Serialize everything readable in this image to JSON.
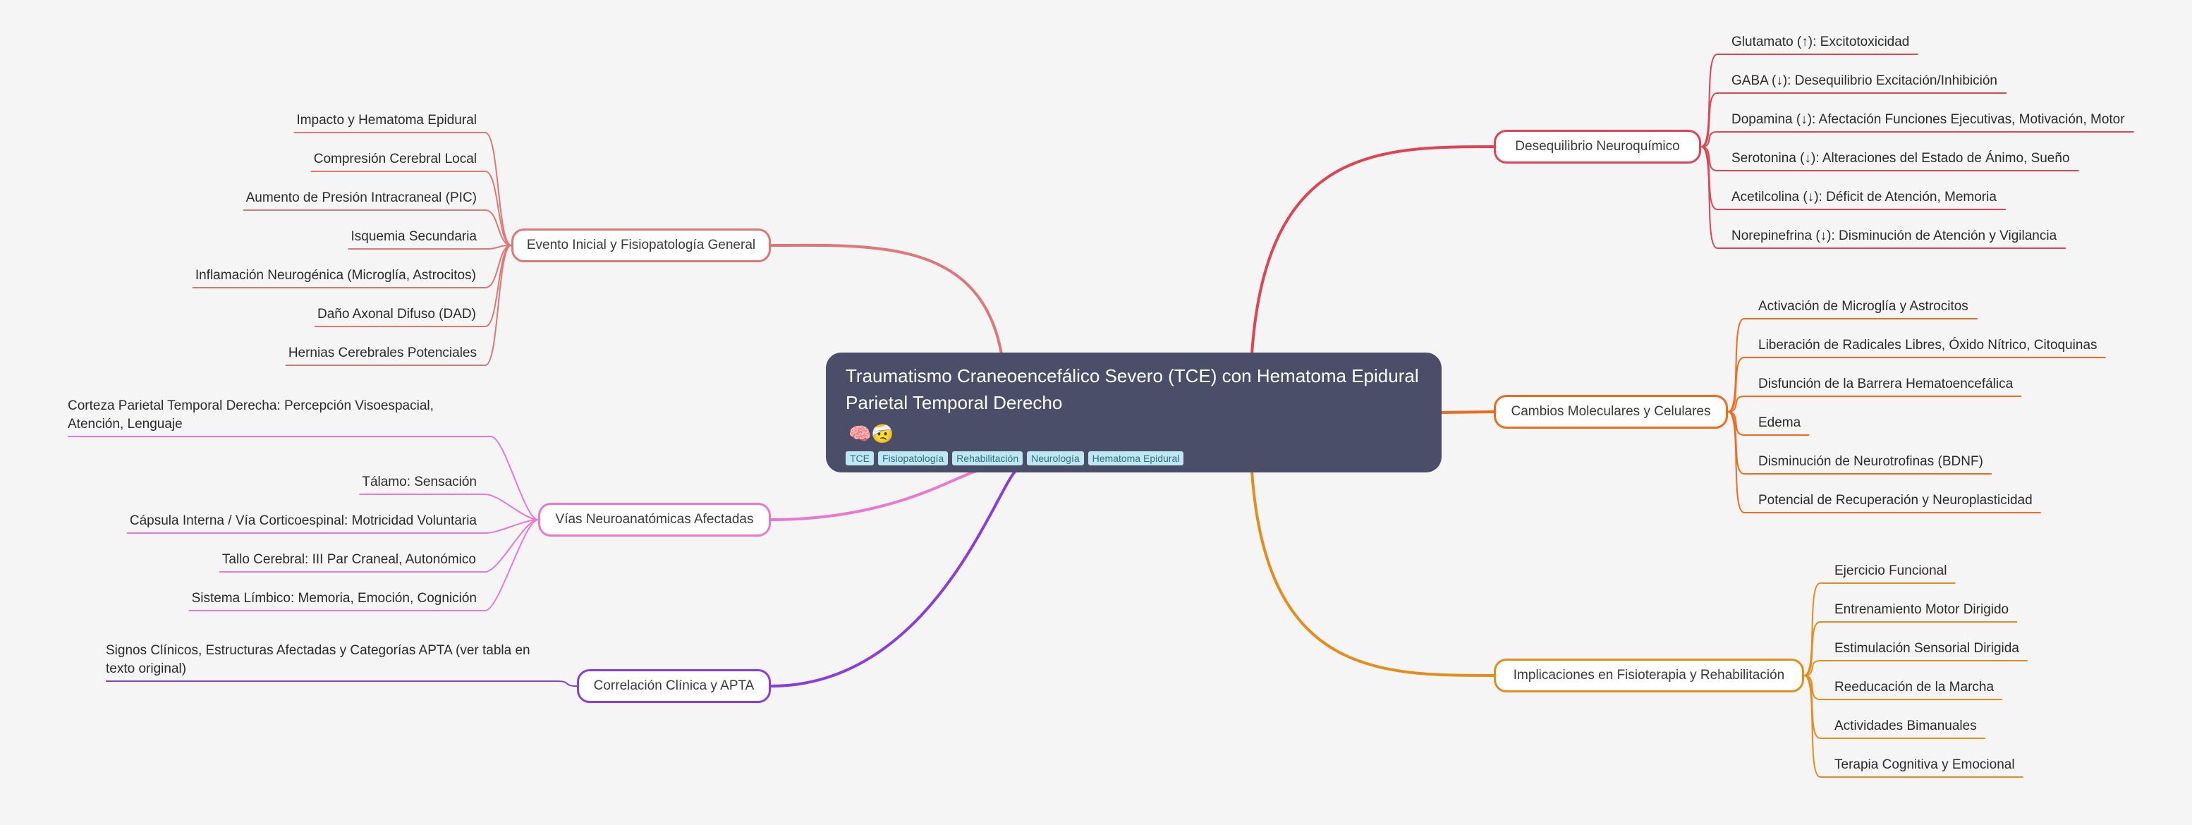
{
  "root": {
    "title": "Traumatismo Craneoencefálico Severo (TCE) con Hematoma Epidural Parietal Temporal Derecho",
    "emoji": "🧠🤕",
    "tags": [
      "TCE",
      "Fisiopatología",
      "Rehabilitación",
      "Neurología",
      "Hematoma Epidural"
    ]
  },
  "branches": [
    {
      "label": "Evento Inicial y Fisiopatología General",
      "color": "#e07777",
      "side": "left",
      "children": [
        "Impacto y Hematoma Epidural",
        "Compresión Cerebral Local",
        "Aumento de Presión Intracraneal (PIC)",
        "Isquemia Secundaria",
        "Inflamación Neurogénica (Microglía, Astrocitos)",
        "Daño Axonal Difuso (DAD)",
        "Hernias Cerebrales Potenciales"
      ]
    },
    {
      "label": "Vías Neuroanatómicas Afectadas",
      "color": "#e879d0",
      "side": "left",
      "children": [
        "Corteza Parietal Temporal Derecha: Percepción Visoespacial, Atención, Lenguaje",
        "Tálamo: Sensación",
        "Cápsula Interna / Vía Corticoespinal: Motricidad Voluntaria",
        "Tallo Cerebral: III Par Craneal, Autonómico",
        "Sistema Límbico: Memoria, Emoción, Cognición"
      ]
    },
    {
      "label": "Correlación Clínica y APTA",
      "color": "#8a3ddc",
      "side": "left",
      "children": [
        "Signos Clínicos, Estructuras Afectadas y Categorías APTA (ver tabla en texto original)"
      ]
    },
    {
      "label": "Desequilibrio Neuroquímico",
      "color": "#de4452",
      "side": "right",
      "children": [
        "Glutamato (↑): Excitotoxicidad",
        "GABA (↓): Desequilibrio Excitación/Inhibición",
        "Dopamina (↓): Afectación Funciones Ejecutivas, Motivación, Motor",
        "Serotonina (↓): Alteraciones del Estado de Ánimo, Sueño",
        "Acetilcolina (↓): Déficit de Atención, Memoria",
        "Norepinefrina (↓): Disminución de Atención y Vigilancia"
      ]
    },
    {
      "label": "Cambios Moleculares y Celulares",
      "color": "#f26a1b",
      "side": "right",
      "children": [
        "Activación de Microglía y Astrocitos",
        "Liberación de Radicales Libres, Óxido Nítrico, Citoquinas",
        "Disfunción de la Barrera Hematoencefálica",
        "Edema",
        "Disminución de Neurotrofinas (BDNF)",
        "Potencial de Recuperación y Neuroplasticidad"
      ]
    },
    {
      "label": "Implicaciones en Fisioterapia y Rehabilitación",
      "color": "#e58d1c",
      "side": "right",
      "children": [
        "Ejercicio Funcional",
        "Entrenamiento Motor Dirigido",
        "Estimulación Sensorial Dirigida",
        "Reeducación de la Marcha",
        "Actividades Bimanuales",
        "Terapia Cognitiva y Emocional"
      ]
    }
  ]
}
